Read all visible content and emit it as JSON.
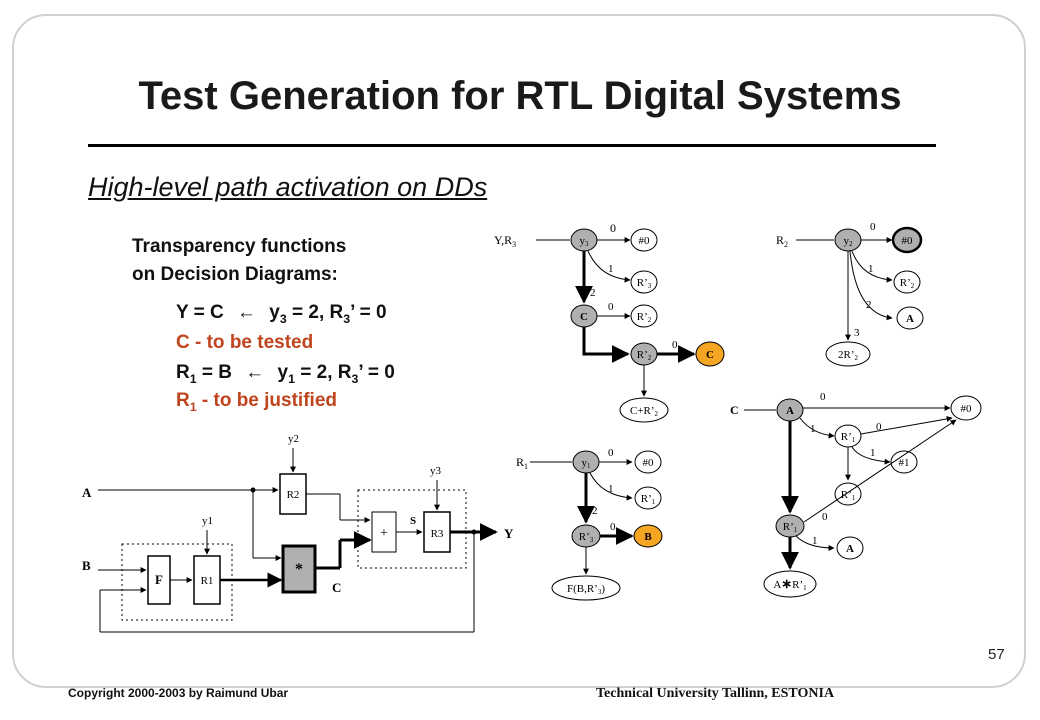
{
  "slide": {
    "title": "Test Generation for RTL Digital Systems",
    "subtitle": "High-level path activation on DDs",
    "transparency_line1": "Transparency functions",
    "transparency_line2": "on Decision Diagrams:",
    "eq1_lhs": "Y = C",
    "eq1_rhs": "y",
    "eq1_sub1": "3",
    "eq1_mid": " = 2, R",
    "eq1_sub2": "3",
    "eq1_end": "’ = 0",
    "eq2": "C - to be tested",
    "eq3_r": "R",
    "eq3_sub": "1",
    "eq3_mid": " = B",
    "eq3_y": "y",
    "eq3_sub2": "1",
    "eq3_mid2": " = 2, R",
    "eq3_sub3": "3",
    "eq3_end": "’ = 0",
    "eq4_r": "R",
    "eq4_sub": "1",
    "eq4_end": " - to be justified",
    "page_number": "57",
    "copyright": "Copyright  2000-2003  by  Raimund  Ubar",
    "institution": "Technical University Tallinn, ESTONIA"
  },
  "colors": {
    "highlight_red": "#c0441e",
    "node_orange": "#f5a623",
    "box_gray": "#a0a0a0"
  },
  "circuit": {
    "A": "A",
    "B": "B",
    "C": "C",
    "Y": "Y",
    "S": "S",
    "F": "F",
    "mult": "*",
    "plus": "+",
    "y1": "y1",
    "y2": "y2",
    "y3": "y3",
    "R1": "R1",
    "R2": "R2",
    "R3": "R3"
  },
  "dd_y3": {
    "input": "Y,R",
    "input_sub": "3",
    "root": "y",
    "root_sub": "3",
    "e0": "0",
    "e1": "1",
    "e2": "2",
    "t0": "#0",
    "t1": "R’",
    "t1_sub": "3",
    "nodeC": "C",
    "c_e0": "0",
    "tC0": "R’",
    "tC0_sub": "2",
    "nodeR2": "R’",
    "nodeR2_sub": "2",
    "r_e0": "0",
    "tR0": "C",
    "bottom": "C+R’",
    "bottom_sub": "2"
  },
  "dd_y2": {
    "input": "R",
    "input_sub": "2",
    "root": "y",
    "root_sub": "2",
    "e0": "0",
    "e1": "1",
    "e2": "2",
    "e3": "3",
    "t0": "#0",
    "t1": "R’",
    "t1_sub": "2",
    "t2": "A",
    "bottom": "2R’",
    "bottom_sub": "2"
  },
  "dd_y1": {
    "input": "R",
    "input_sub": "1",
    "root": "y",
    "root_sub": "1",
    "e0": "0",
    "e1": "1",
    "e2": "2",
    "t0": "#0",
    "t1": "R’",
    "t1_sub": "1",
    "nodeR3": "R’",
    "nodeR3_sub": "3",
    "r_e0": "0",
    "tR0": "B",
    "bottom": "F(B,R’",
    "bottom_sub": "3",
    "bottom_end": ")"
  },
  "dd_C": {
    "input": "C",
    "root": "A",
    "e0": "0",
    "e1": "1",
    "t0": "#0",
    "node1": "R’",
    "node1_sub": "1",
    "n1_e0": "0",
    "n1_e1": "1",
    "t1": "#1",
    "leaf1": "R’",
    "leaf1_sub": "1",
    "node2": "R’",
    "node2_sub": "1",
    "n2_e0": "0",
    "n2_e1": "1",
    "t2": "A",
    "bottom": "A",
    "bottom_op": "∗",
    "bottom_r": "R’",
    "bottom_sub": "1"
  }
}
